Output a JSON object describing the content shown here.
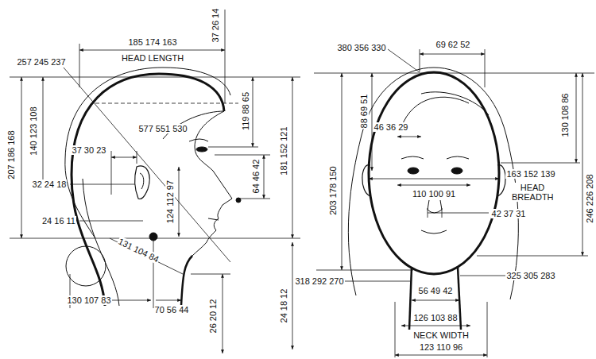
{
  "diagram": {
    "labels": [
      "185 174 163",
      "HEAD LENGTH",
      "37 26 14",
      "257 245 237",
      "577 551 530",
      "207 186 168",
      "140 123 108",
      "119 88 65",
      "181 152 121",
      "37 30 23",
      "32 24 18",
      "24 16 11",
      "64 46 42",
      "124 112 97",
      "131 104 84",
      "130 107 83",
      "70 56 44",
      "26 20 12",
      "24 18 12",
      "380 356 330",
      "69 62 52",
      "130 108 86",
      "246 226 208",
      "203 178 150",
      "88 69 51",
      "46 36 29",
      "110 100 91",
      "163 152 139",
      "HEAD BREADTH",
      "42 37 31",
      "318 292 270",
      "325 305 283",
      "56 49 42",
      "126 103 88",
      "NECK WIDTH",
      "123 110 96"
    ]
  }
}
